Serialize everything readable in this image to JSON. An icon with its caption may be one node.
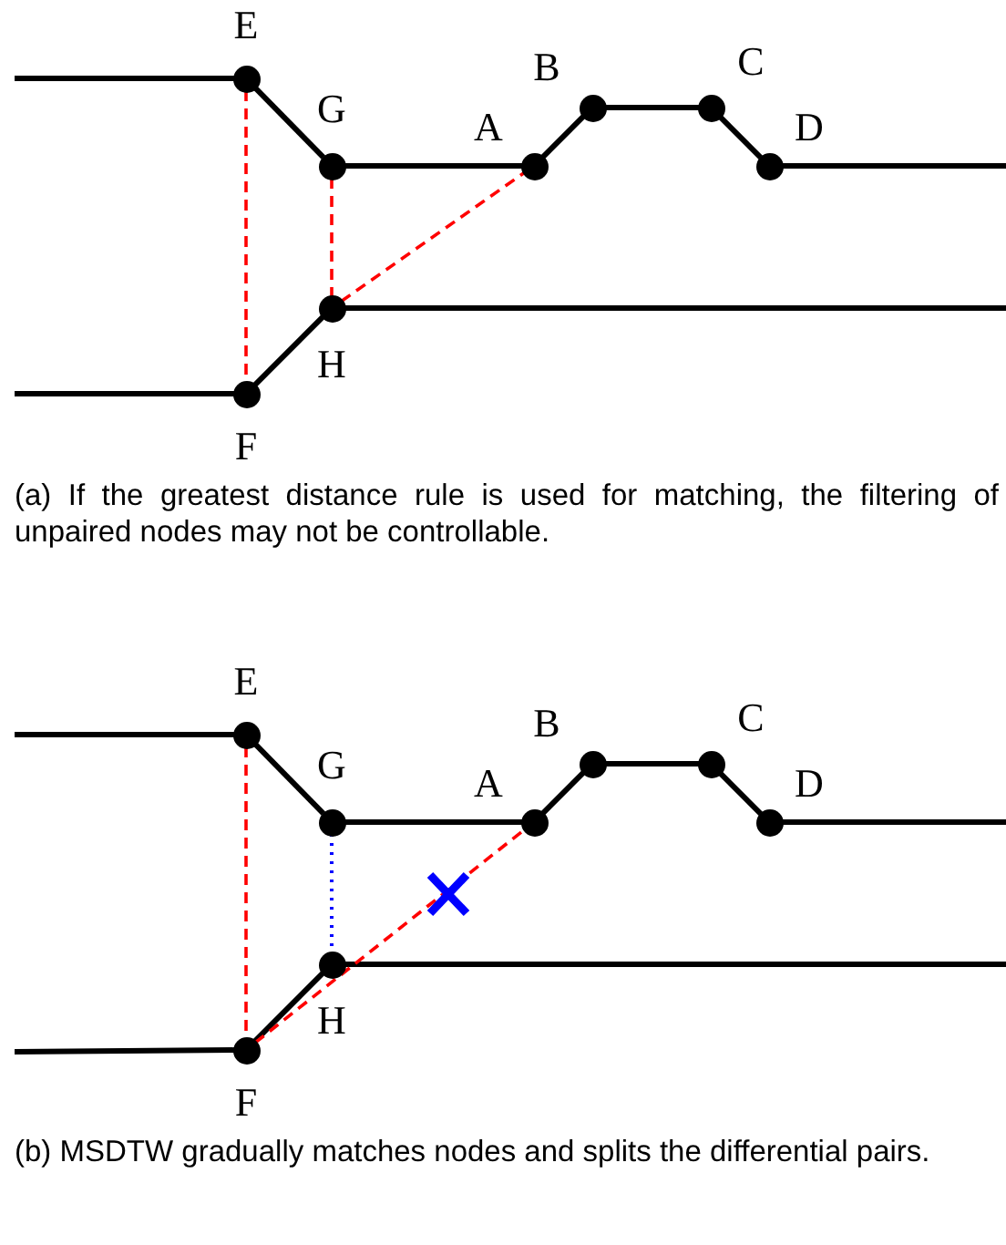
{
  "diagram": {
    "nodes": [
      {
        "text": [],
        "shape": "circle",
        "beside": [
          "E"
        ]
      },
      {
        "text": [],
        "shape": "circle",
        "beside": [
          "G"
        ]
      },
      {
        "text": [],
        "shape": "circle",
        "beside": [
          "A"
        ]
      },
      {
        "text": [],
        "shape": "circle",
        "beside": [
          "B"
        ]
      },
      {
        "text": [],
        "shape": "circle",
        "beside": [
          "C"
        ]
      },
      {
        "text": [],
        "shape": "circle",
        "beside": [
          "D"
        ]
      },
      {
        "text": [],
        "shape": "circle",
        "beside": [
          "F"
        ]
      },
      {
        "text": [],
        "shape": "circle",
        "beside": [
          "H"
        ]
      },
      {
        "text": [],
        "shape": "circle",
        "beside": [
          "E"
        ]
      },
      {
        "text": [],
        "shape": "circle",
        "beside": [
          "G"
        ]
      },
      {
        "text": [],
        "shape": "circle",
        "beside": [
          "A"
        ]
      },
      {
        "text": [],
        "shape": "circle",
        "beside": [
          "B"
        ]
      },
      {
        "text": [],
        "shape": "circle",
        "beside": [
          "C"
        ]
      },
      {
        "text": [],
        "shape": "circle",
        "beside": [
          "D"
        ]
      },
      {
        "text": [],
        "shape": "circle",
        "beside": [
          "F"
        ]
      },
      {
        "text": [],
        "shape": "circle",
        "beside": [
          "H"
        ]
      }
    ],
    "edges": [
      {
        "from": null,
        "to": 0,
        "arrow": "none"
      },
      {
        "from": 0,
        "to": 1,
        "arrow": "none"
      },
      {
        "from": 1,
        "to": 2,
        "arrow": "none"
      },
      {
        "from": 2,
        "to": 3,
        "arrow": "none"
      },
      {
        "from": 3,
        "to": 4,
        "arrow": "none"
      },
      {
        "from": 4,
        "to": 5,
        "arrow": "none"
      },
      {
        "from": 5,
        "to": null,
        "arrow": "none"
      },
      {
        "from": null,
        "to": 6,
        "arrow": "none"
      },
      {
        "from": 6,
        "to": 7,
        "arrow": "none"
      },
      {
        "from": 7,
        "to": null,
        "arrow": "none"
      },
      {
        "from": 0,
        "to": 6,
        "arrow": "none",
        "style": "dashed",
        "color": "#ff0000"
      },
      {
        "from": 1,
        "to": 7,
        "arrow": "none",
        "style": "dashed",
        "color": "#ff0000"
      },
      {
        "from": 7,
        "to": 2,
        "arrow": "none",
        "style": "dashed",
        "color": "#ff0000"
      },
      {
        "from": null,
        "to": 8,
        "arrow": "none"
      },
      {
        "from": 8,
        "to": 9,
        "arrow": "none"
      },
      {
        "from": 9,
        "to": 10,
        "arrow": "none"
      },
      {
        "from": 10,
        "to": 11,
        "arrow": "none"
      },
      {
        "from": 11,
        "to": 12,
        "arrow": "none"
      },
      {
        "from": 12,
        "to": 13,
        "arrow": "none"
      },
      {
        "from": 13,
        "to": null,
        "arrow": "none"
      },
      {
        "from": null,
        "to": 14,
        "arrow": "none"
      },
      {
        "from": 14,
        "to": 15,
        "arrow": "none"
      },
      {
        "from": 15,
        "to": null,
        "arrow": "none"
      },
      {
        "from": 8,
        "to": 14,
        "arrow": "none",
        "style": "dashed",
        "color": "#ff0000"
      },
      {
        "from": 9,
        "to": 15,
        "arrow": "none",
        "style": "dashed",
        "color": "#0000ff"
      },
      {
        "from": 14,
        "to": 10,
        "arrow": "none",
        "style": "dashed",
        "color": "#ff0000"
      }
    ],
    "labels": [
      "(a) If the greatest distance rule is used for matching, the filtering of unpaired nodes may not be controllable.",
      "(b) MSDTW gradually matches nodes and splits the differential pairs."
    ]
  }
}
